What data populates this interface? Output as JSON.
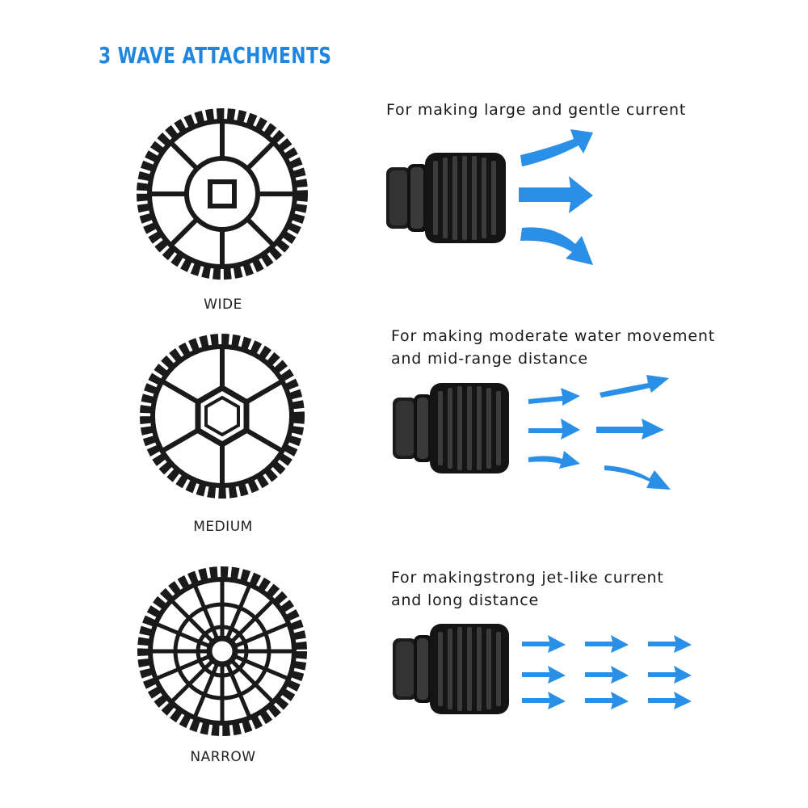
{
  "title": "3 WAVE ATTACHMENTS",
  "colors": {
    "accent": "#1f86df",
    "arrow": "#2a8fe6",
    "wheel": "#1a1a1a"
  },
  "attachments": [
    {
      "label": "WIDE",
      "desc_line1": "For making large and gentle current",
      "desc_line2": "",
      "icon": "wide-wheel-icon"
    },
    {
      "label": "MEDIUM",
      "desc_line1": "For making moderate water movement",
      "desc_line2": "and mid-range distance",
      "icon": "medium-wheel-icon"
    },
    {
      "label": "NARROW",
      "desc_line1": "For makingstrong jet-like current",
      "desc_line2": "and long distance",
      "icon": "narrow-wheel-icon"
    }
  ]
}
